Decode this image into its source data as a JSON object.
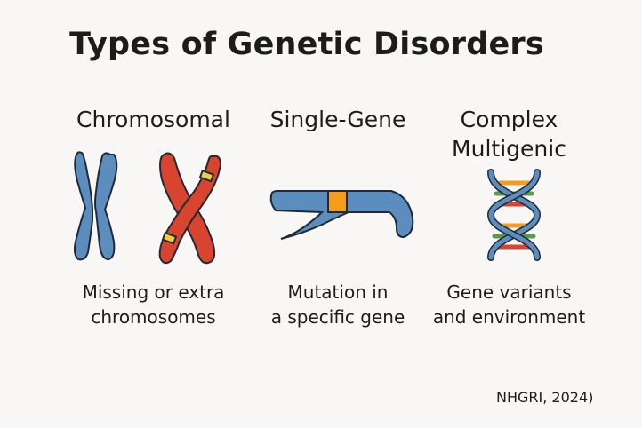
{
  "title": "Types of Genetic Disorders",
  "categories": [
    {
      "heading": "Chromosomal",
      "description_line1": "Missing or extra",
      "description_line2": "chromosomes"
    },
    {
      "heading": "Single-Gene",
      "description_line1": "Mutation in",
      "description_line2": "a specific gene"
    },
    {
      "heading_line1": "Complex",
      "heading_line2": "Multigenic",
      "description_line1": "Gene variants",
      "description_line2": "and environment"
    }
  ],
  "source": "NHGRI, 2024)",
  "colors": {
    "blue": "#5b8dbf",
    "red": "#d9442e",
    "yellow": "#f0cf3e",
    "orange": "#f59c1a",
    "green": "#5a9a4a",
    "outline": "#1f2a36"
  }
}
